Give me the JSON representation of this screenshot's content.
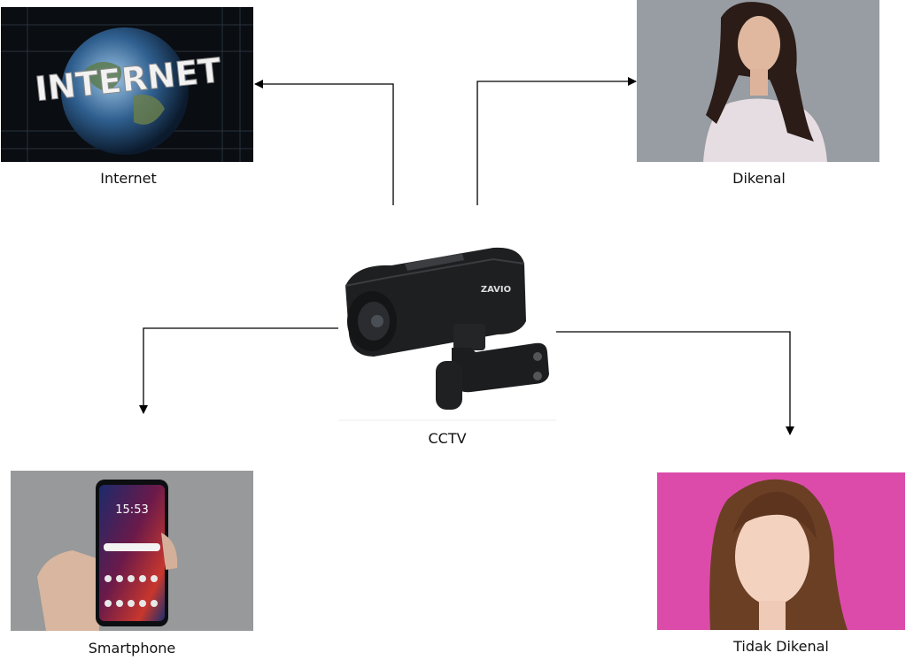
{
  "center": {
    "label": "CCTV",
    "logo_text": "ZAVIO"
  },
  "nodes": {
    "internet": {
      "label": "Internet",
      "image_text": "INTERNET"
    },
    "dikenal": {
      "label": "Dikenal"
    },
    "smartphone": {
      "label": "Smartphone",
      "clock": "15:53"
    },
    "tidak_dikenal": {
      "label": "Tidak Dikenal"
    }
  }
}
